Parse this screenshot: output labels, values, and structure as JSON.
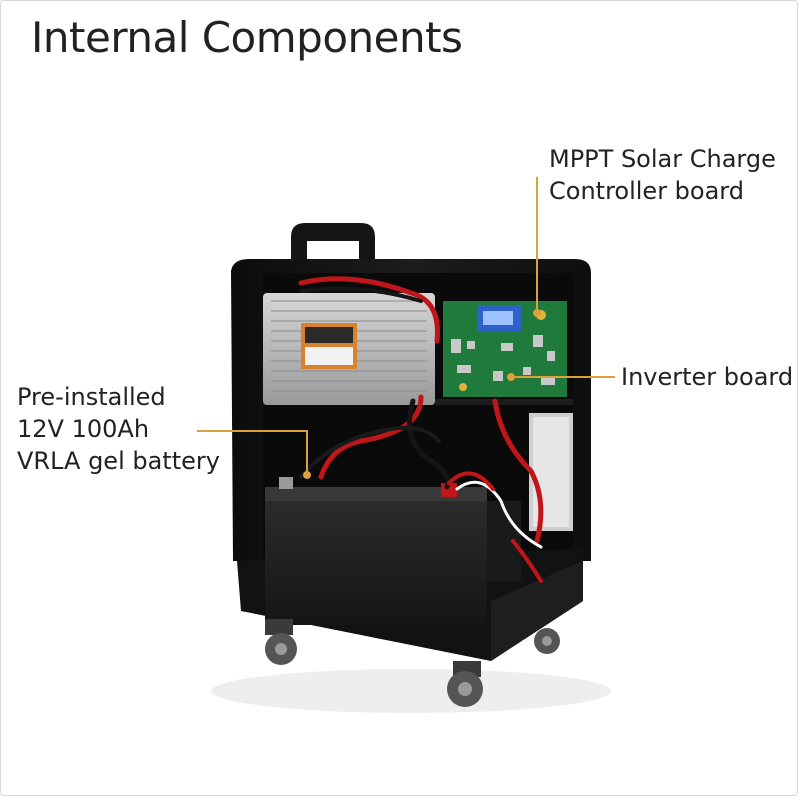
{
  "title": "Internal Components",
  "labels": {
    "mppt": {
      "line1": "MPPT Solar Charge",
      "line2": "Controller board"
    },
    "inverter": {
      "line1": "Inverter board"
    },
    "battery": {
      "line1": "Pre-installed",
      "line2": "12V 100Ah",
      "line3": "VRLA gel battery"
    }
  },
  "colors": {
    "leader": "#d9a13a",
    "cabinet": "#141414",
    "pcb": "#1f7a3c",
    "inverter_casing": "#bdbdbd",
    "battery": "#262626",
    "cable_red": "#c0161a"
  }
}
